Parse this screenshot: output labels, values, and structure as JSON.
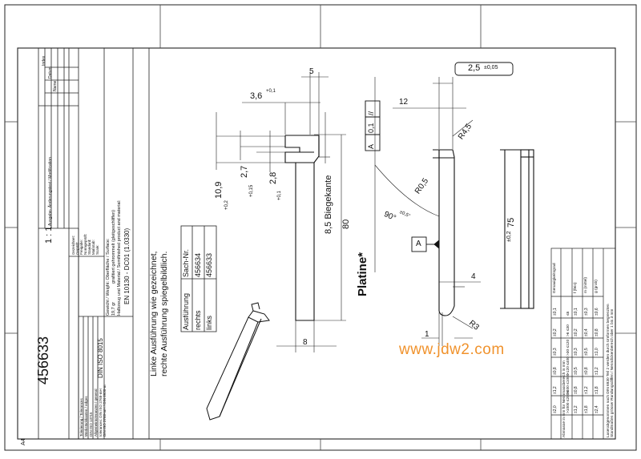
{
  "title_block": {
    "part_number": "456633",
    "scale": "1 : 1",
    "sheet_size": "A4",
    "revision_header": [
      "Index",
      "Datum",
      "Name",
      "Ausgabe- Änderungstext / Modification"
    ],
    "signature_rows": [
      "Gezeichnet:",
      "Geprüft:",
      "Freigabe:",
      "Normgeprüft:",
      "Standard:",
      "Maßstab:",
      "Scale:"
    ],
    "tolerance_norm": "DIN ISO 8015",
    "norm_notes": [
      "Tolerierung / Tolerances",
      "Werkstückkanten / edges",
      "DIN ISO 13715",
      "Allgemeintoleranzen / general",
      "tolerances: DIN ISO 2768-mH",
      "DIN ISO 2768-mH / DIN 6930-m"
    ],
    "weight": "Gewicht / Weight:   Oberfläche / Surface:",
    "weight_value": "19,7 gr",
    "surface_value": "grafitiert gehrommelt (gleitgeschliffen)",
    "material_label": "Halbzeug und Material / Semifinished product and material:",
    "material_value": "EN 10130 - DC01 (1.0330)",
    "variants_table": {
      "header": [
        "Ausführung",
        "Sach-Nr."
      ],
      "rows": [
        [
          "rechts",
          "456634"
        ],
        [
          "links",
          "456633"
        ]
      ]
    },
    "mirror_note_1": "Linke Ausführung wie gezeichnet,",
    "mirror_note_2": "rechte Ausführung spiegelbildlich."
  },
  "tolerance_table": {
    "header_1": "Laserabgenommen nach DIN 6930 Teil 2 werden durch Umformen begrenzten",
    "header_2": "Standmaßen grösser Rundungsdiffen / Nenndickenbereich über 1 bis 3 mm",
    "col_labels": [
      "Genauigkeitsgrad",
      "f (fein)",
      "m (mittel)",
      "g (grob)"
    ],
    "ranges": [
      "Abmasse in mm für Nennmassbereich in mm",
      "≤6",
      ">6 ≤30",
      ">30 ≤120",
      ">120 ≤400",
      ">400 ≤1000",
      ">1000 ≤2000"
    ],
    "rows": [
      [
        "±0,1",
        "±0,2",
        "±0,3",
        "±0,5",
        "±0,8",
        "±1,2"
      ],
      [
        "±0,3",
        "±0,4",
        "±0,5",
        "±0,8",
        "±1,2",
        "±1,8"
      ],
      [
        "±0,6",
        "±0,8",
        "±1,0",
        "±1,2",
        "±1,8",
        "±2,4"
      ]
    ],
    "right_col": [
      "±0,1",
      "±0,2",
      "±0,3",
      "±0,8",
      "±1,2",
      "±2,0"
    ]
  },
  "dimensions": {
    "d_5": "5",
    "d_3_6": "3,6",
    "d_3_6_tol": "+0,1",
    "d_2_7": "2,7",
    "d_2_7_tol": "+0,15",
    "d_2_8": "2,8",
    "d_2_8_tol": "+0,1",
    "d_10_9": "10,9",
    "d_10_9_tol": "+0,2",
    "d_8_5": "8,5 Biegekante",
    "d_80": "80",
    "d_8": "8",
    "d_1": "1",
    "d_2_5": "2,5",
    "d_2_5_tol": "±0,05",
    "d_12": "12",
    "gdt_sym": "//",
    "gdt_val": "0,1",
    "gdt_ref": "A",
    "d_r4_5": "R4,5",
    "d_r0_5": "R0,5",
    "d_90": "90°",
    "d_90_tol": "±0,5°",
    "datum_a": "A",
    "d_4": "4",
    "d_r3": "R3",
    "d_75": "75",
    "d_75_tol": "±0,2",
    "platine": "Platine*"
  },
  "watermark": "www.jdw2.com"
}
